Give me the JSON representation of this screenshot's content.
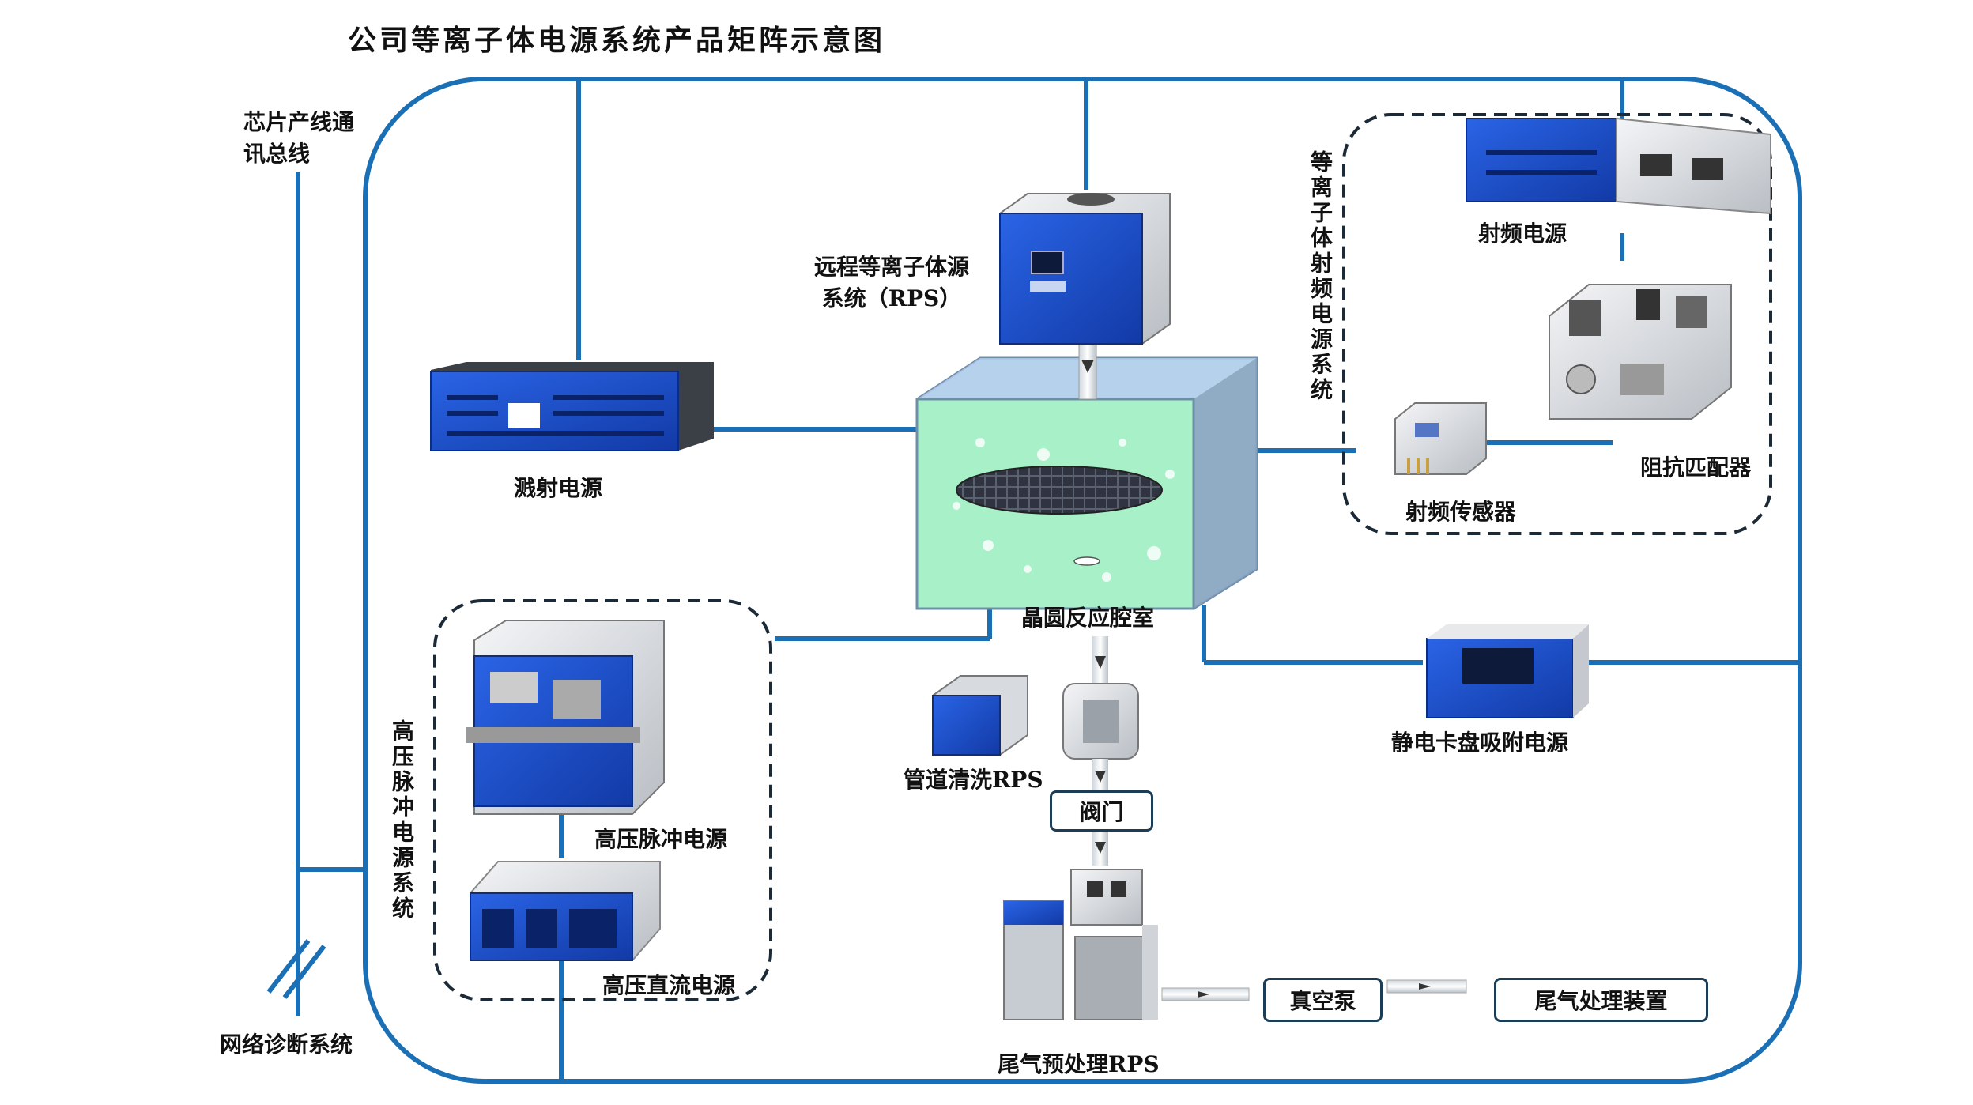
{
  "title": "公司等离子体电源系统产品矩阵示意图",
  "bus_label": "芯片产线通讯总线",
  "bus_label_lines": [
    "芯片产线通",
    "讯总线"
  ],
  "network_label": "网络诊断系统",
  "rps_label_lines": [
    "远程等离子体源",
    "系统（RPS）"
  ],
  "sputter_label": "溅射电源",
  "chamber_label": "晶圆反应腔室",
  "rf_group_label": "等离子体射频电源系统",
  "rf_power_label": "射频电源",
  "matcher_label": "阻抗匹配器",
  "rf_sensor_label": "射频传感器",
  "esc_label": "静电卡盘吸附电源",
  "hv_group_label": "高压脉冲电源系统",
  "hv_pulse_label": "高压脉冲电源",
  "hv_dc_label": "高压直流电源",
  "pipe_rps_label": "管道清洗RPS",
  "valve_label": "阀门",
  "tail_rps_label": "尾气预处理RPS",
  "pump_label": "真空泵",
  "exhaust_label": "尾气处理装置",
  "colors": {
    "bus": "#1a6fb5",
    "dashed": "#1b2a36",
    "chamber": "#a8f0c8",
    "device_blue": "#1e4fd0"
  },
  "icons": [
    "sputter-power-unit",
    "rps-unit",
    "rf-power-unit",
    "impedance-matcher",
    "rf-sensor",
    "esc-power-unit",
    "hv-pulse-unit",
    "hv-dc-unit",
    "pipe-rps-unit",
    "valve-unit",
    "tail-rps-unit",
    "arrow-right",
    "break-mark"
  ]
}
